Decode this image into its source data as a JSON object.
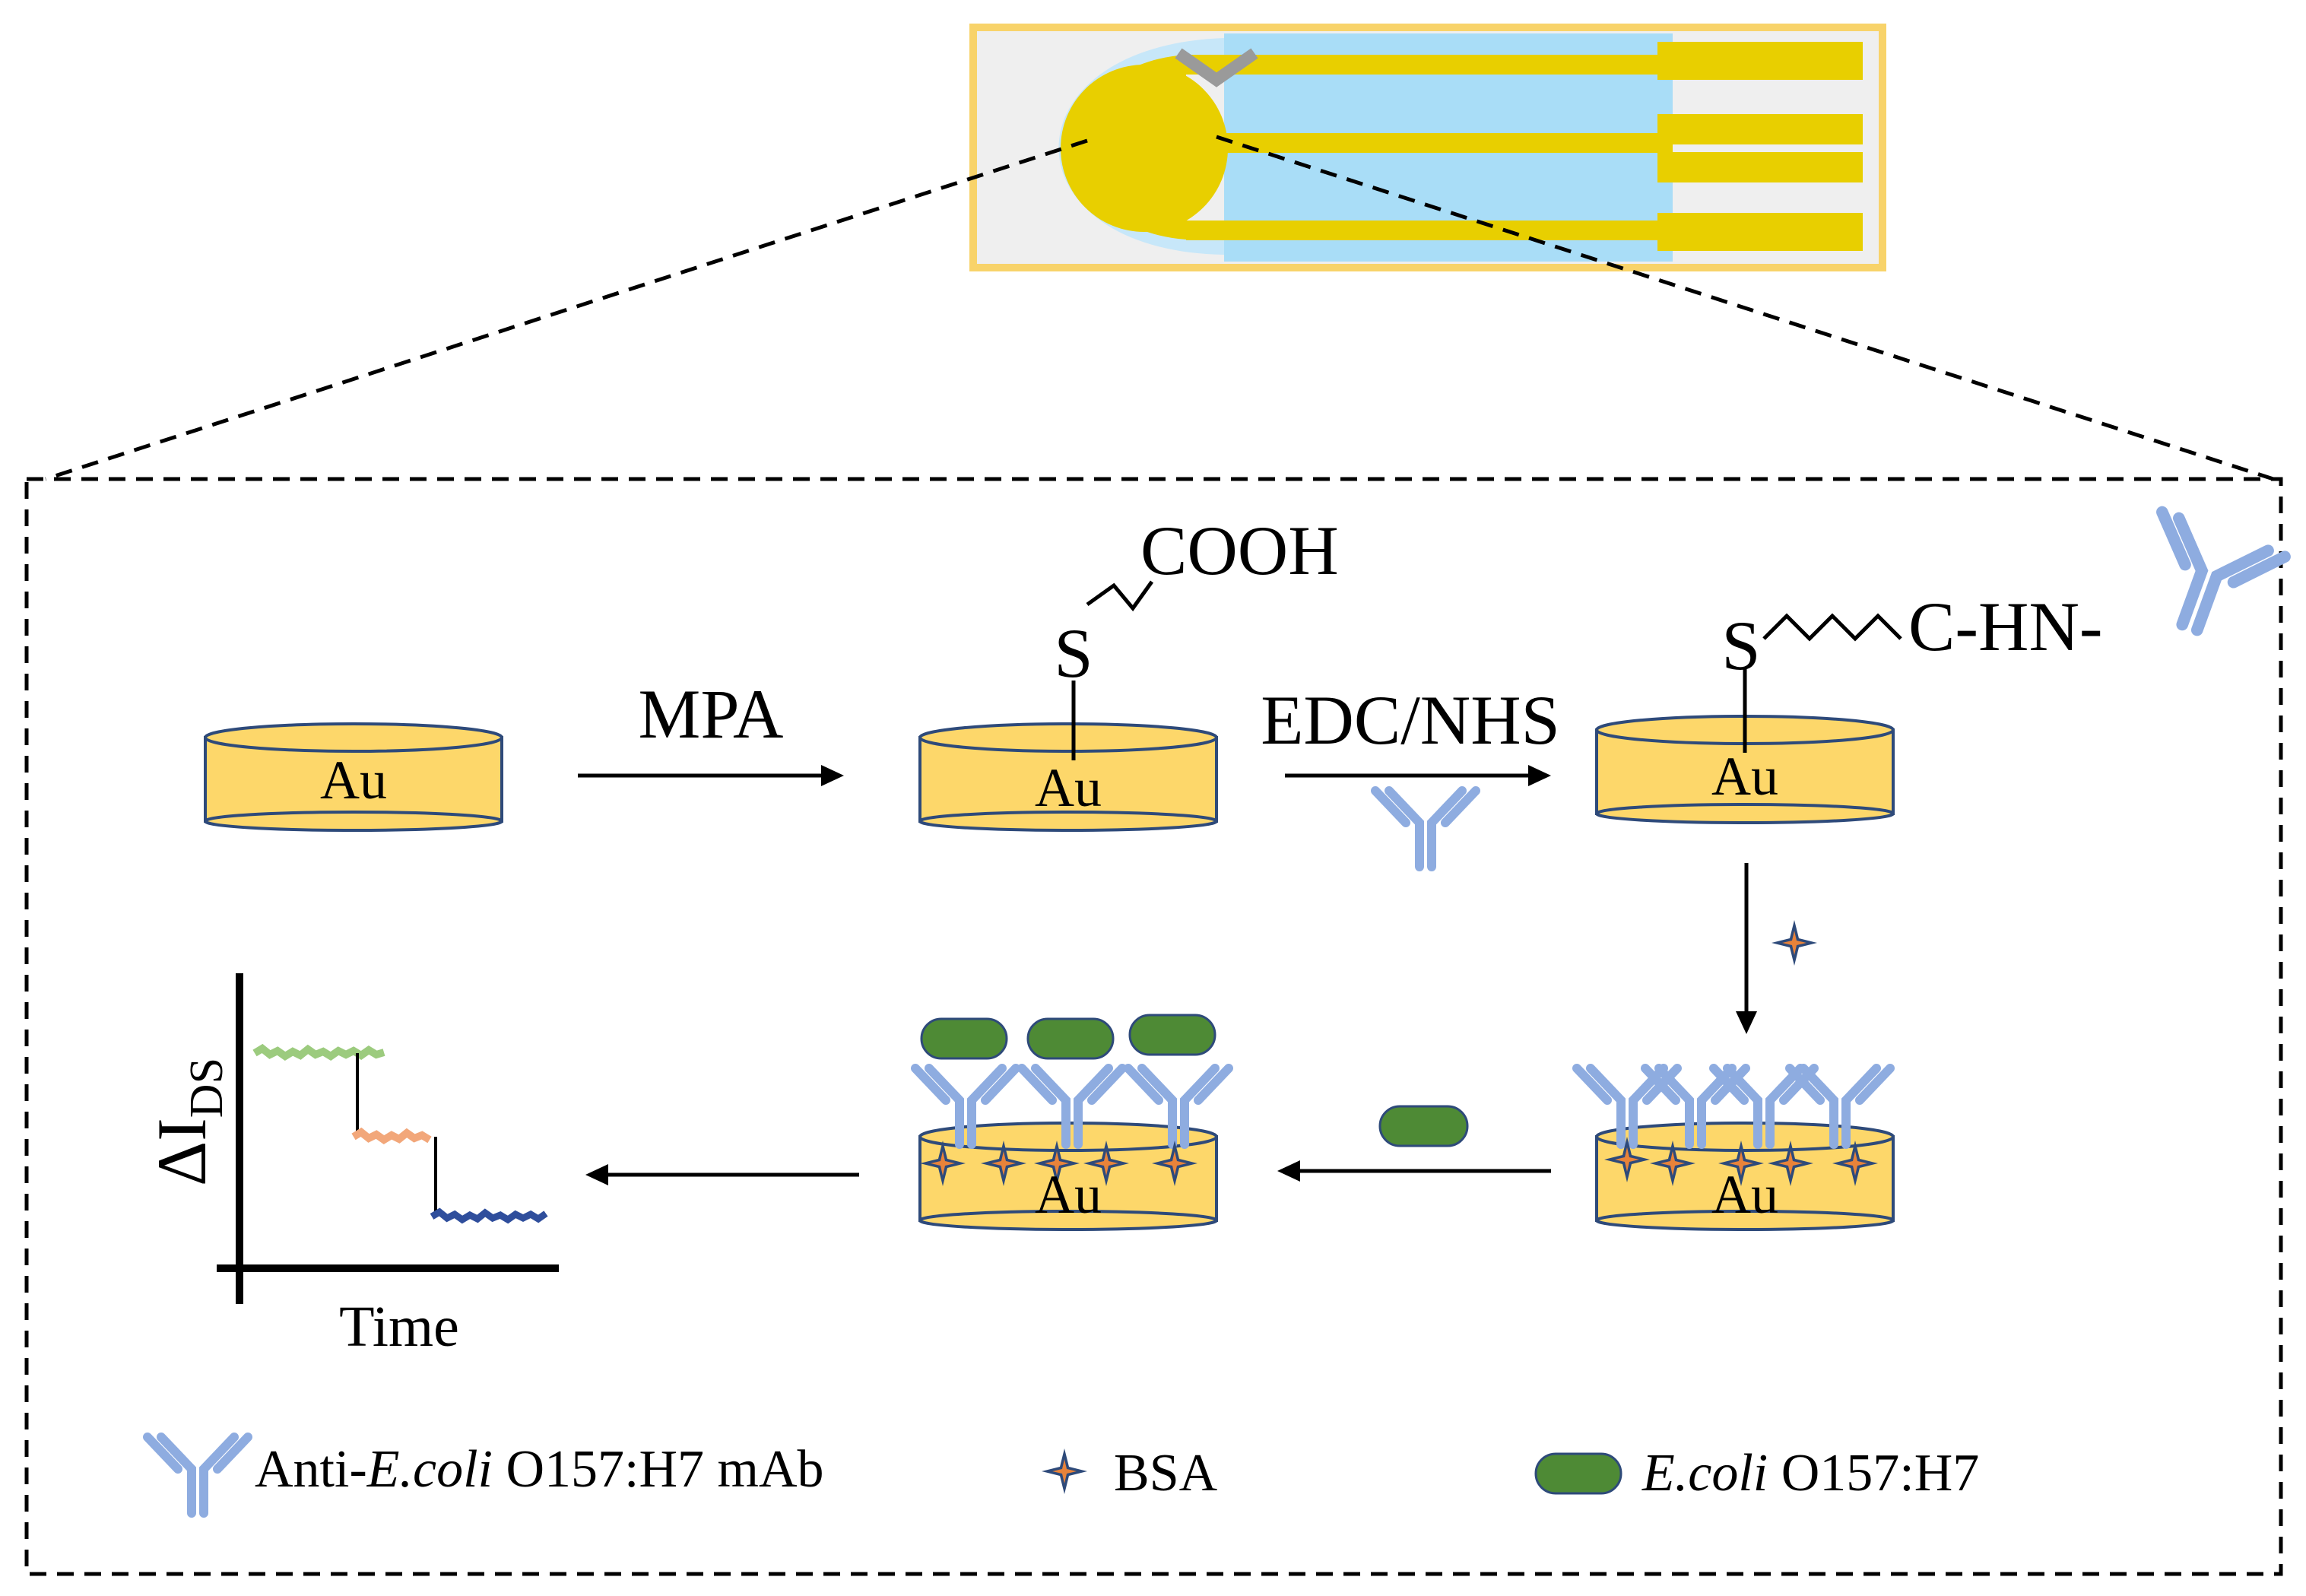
{
  "colors": {
    "gold": "#FDD76A",
    "gold_stroke": "#2E4A7A",
    "electrode_yellow": "#E8CF00",
    "chip_border": "#F8D36A",
    "chip_blue": "#A9DDF7",
    "antibody": "#8EACE0",
    "ecoli": "#4E8A35",
    "bsa_orange": "#E8833A",
    "bsa_dark": "#2E4A7A",
    "trace_green": "#9CCB7E",
    "trace_orange": "#F2A77A",
    "trace_blue": "#2F4E9C"
  },
  "steps": {
    "disk1_label": "Au",
    "disk2_label": "Au",
    "disk3_label": "Au",
    "disk4_label": "Au",
    "disk5_label": "Au",
    "mpa": "MPA",
    "edc_nhs": "EDC/NHS",
    "sulfur1": "S",
    "cooh": "COOH",
    "sulfur2": "S",
    "chn": "C-HN-"
  },
  "plot": {
    "ylabel_main": "ΔI",
    "ylabel_sub": "DS",
    "xlabel": "Time"
  },
  "legend": {
    "antibody_prefix": "Anti-",
    "antibody_italic": "E.coli",
    "antibody_suffix": " O157:H7 mAb",
    "bsa": "BSA",
    "ecoli_italic": "E.coli",
    "ecoli_suffix": " O157:H7"
  }
}
